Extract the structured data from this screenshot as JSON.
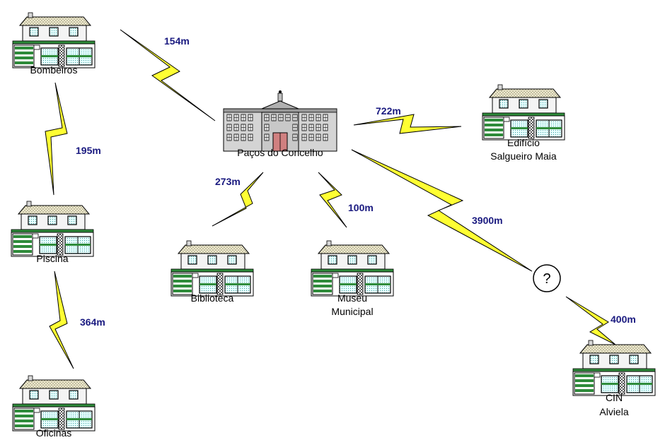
{
  "buildings": {
    "bombeiros": {
      "label": "Bombeiros"
    },
    "pacos": {
      "label": "Paços do Concelho"
    },
    "salgueiro": {
      "label_line1": "Edifício",
      "label_line2": "Salgueiro Maia"
    },
    "piscina": {
      "label": "Piscina"
    },
    "biblioteca": {
      "label": "Biblioteca"
    },
    "museu": {
      "label_line1": "Museu",
      "label_line2": "Municipal"
    },
    "oficinas": {
      "label": "Oficinas"
    },
    "cin": {
      "label_line1": "CIN",
      "label_line2": "Alviela"
    }
  },
  "unknown_node": {
    "label": "?"
  },
  "links": {
    "bombeiros_pacos": {
      "distance": "154m"
    },
    "pacos_salgueiro": {
      "distance": "722m"
    },
    "bombeiros_piscina": {
      "distance": "195m"
    },
    "pacos_biblioteca": {
      "distance": "273m"
    },
    "pacos_museu": {
      "distance": "100m"
    },
    "pacos_unknown": {
      "distance": "3900m"
    },
    "piscina_oficinas": {
      "distance": "364m"
    },
    "unknown_cin": {
      "distance": "400m"
    }
  },
  "colors": {
    "bolt_fill": "#ffff33",
    "bolt_stroke": "#000000",
    "distance_text": "#1a1a80",
    "house_green": "#2e8b3a",
    "roof": "#e8e0b0"
  }
}
